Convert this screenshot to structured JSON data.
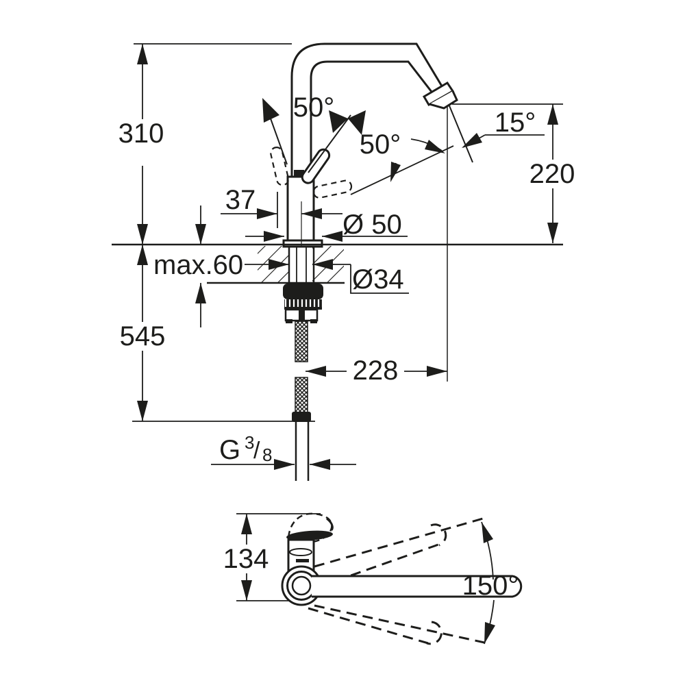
{
  "colors": {
    "line": "#1d1d1b",
    "background": "#ffffff"
  },
  "front_view": {
    "height_above_counter": "310",
    "depth_below_counter": "545",
    "counter_thickness": "max.60",
    "rear_clearance": "37",
    "base_diameter": "Ø 50",
    "hole_diameter": "Ø34",
    "spout_height": "220",
    "spout_reach": "228",
    "lever_back_angle": "50°",
    "lever_front_angle": "50°",
    "outlet_angle": "15°",
    "thread": {
      "prefix": "G",
      "numerator": "3",
      "slash": "/",
      "denominator": "8"
    }
  },
  "top_view": {
    "body_height": "134",
    "swivel_angle": "150°"
  }
}
